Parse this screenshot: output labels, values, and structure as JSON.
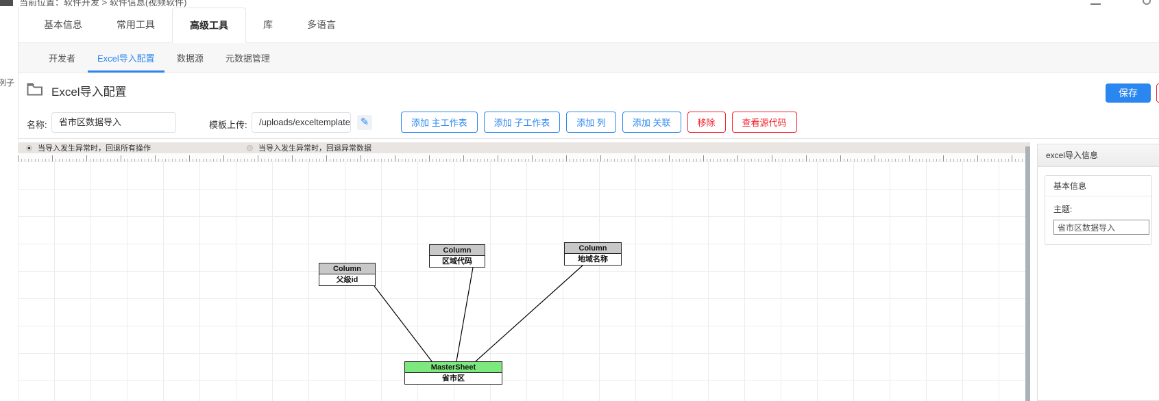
{
  "top": {
    "breadcrumb": "当前位置：软件开发 > 软件信息(视频软件)",
    "side_label": "例子"
  },
  "tabs": {
    "items": [
      "基本信息",
      "常用工具",
      "高级工具",
      "库",
      "多语言"
    ],
    "active": "高级工具"
  },
  "subtabs": {
    "items": [
      "开发者",
      "Excel导入配置",
      "数据源",
      "元数据管理"
    ],
    "active": "Excel导入配置"
  },
  "page": {
    "title": "Excel导入配置",
    "save_label": "保存"
  },
  "form": {
    "name_label": "名称:",
    "name_value": "省市区数据导入",
    "template_label": "模板上传:",
    "template_value": "/uploads/exceltemplate/省市区三级",
    "edit_icon": "✎",
    "add_master_label": "添加 主工作表",
    "add_child_label": "添加 子工作表",
    "add_column_label": "添加 列",
    "add_relation_label": "添加 关联",
    "remove_label": "移除",
    "view_source_label": "查看源代码"
  },
  "canvas": {
    "rollback_all_label": "当导入发生异常时，回退所有操作",
    "rollback_error_label": "当导入发生异常时，回退异常数据",
    "nodes": [
      {
        "type": "Column",
        "label": "父级id"
      },
      {
        "type": "Column",
        "label": "区域代码"
      },
      {
        "type": "Column",
        "label": "地域名称"
      },
      {
        "type": "MasterSheet",
        "label": "省市区"
      }
    ]
  },
  "panel": {
    "title": "excel导入信息",
    "section_title": "基本信息",
    "subject_label": "主题:",
    "subject_value": "省市区数据导入"
  },
  "colors": {
    "accent": "#2b87f0",
    "danger": "#f5222d",
    "node_gray": "#c8c8c8",
    "node_green": "#7de87d"
  }
}
